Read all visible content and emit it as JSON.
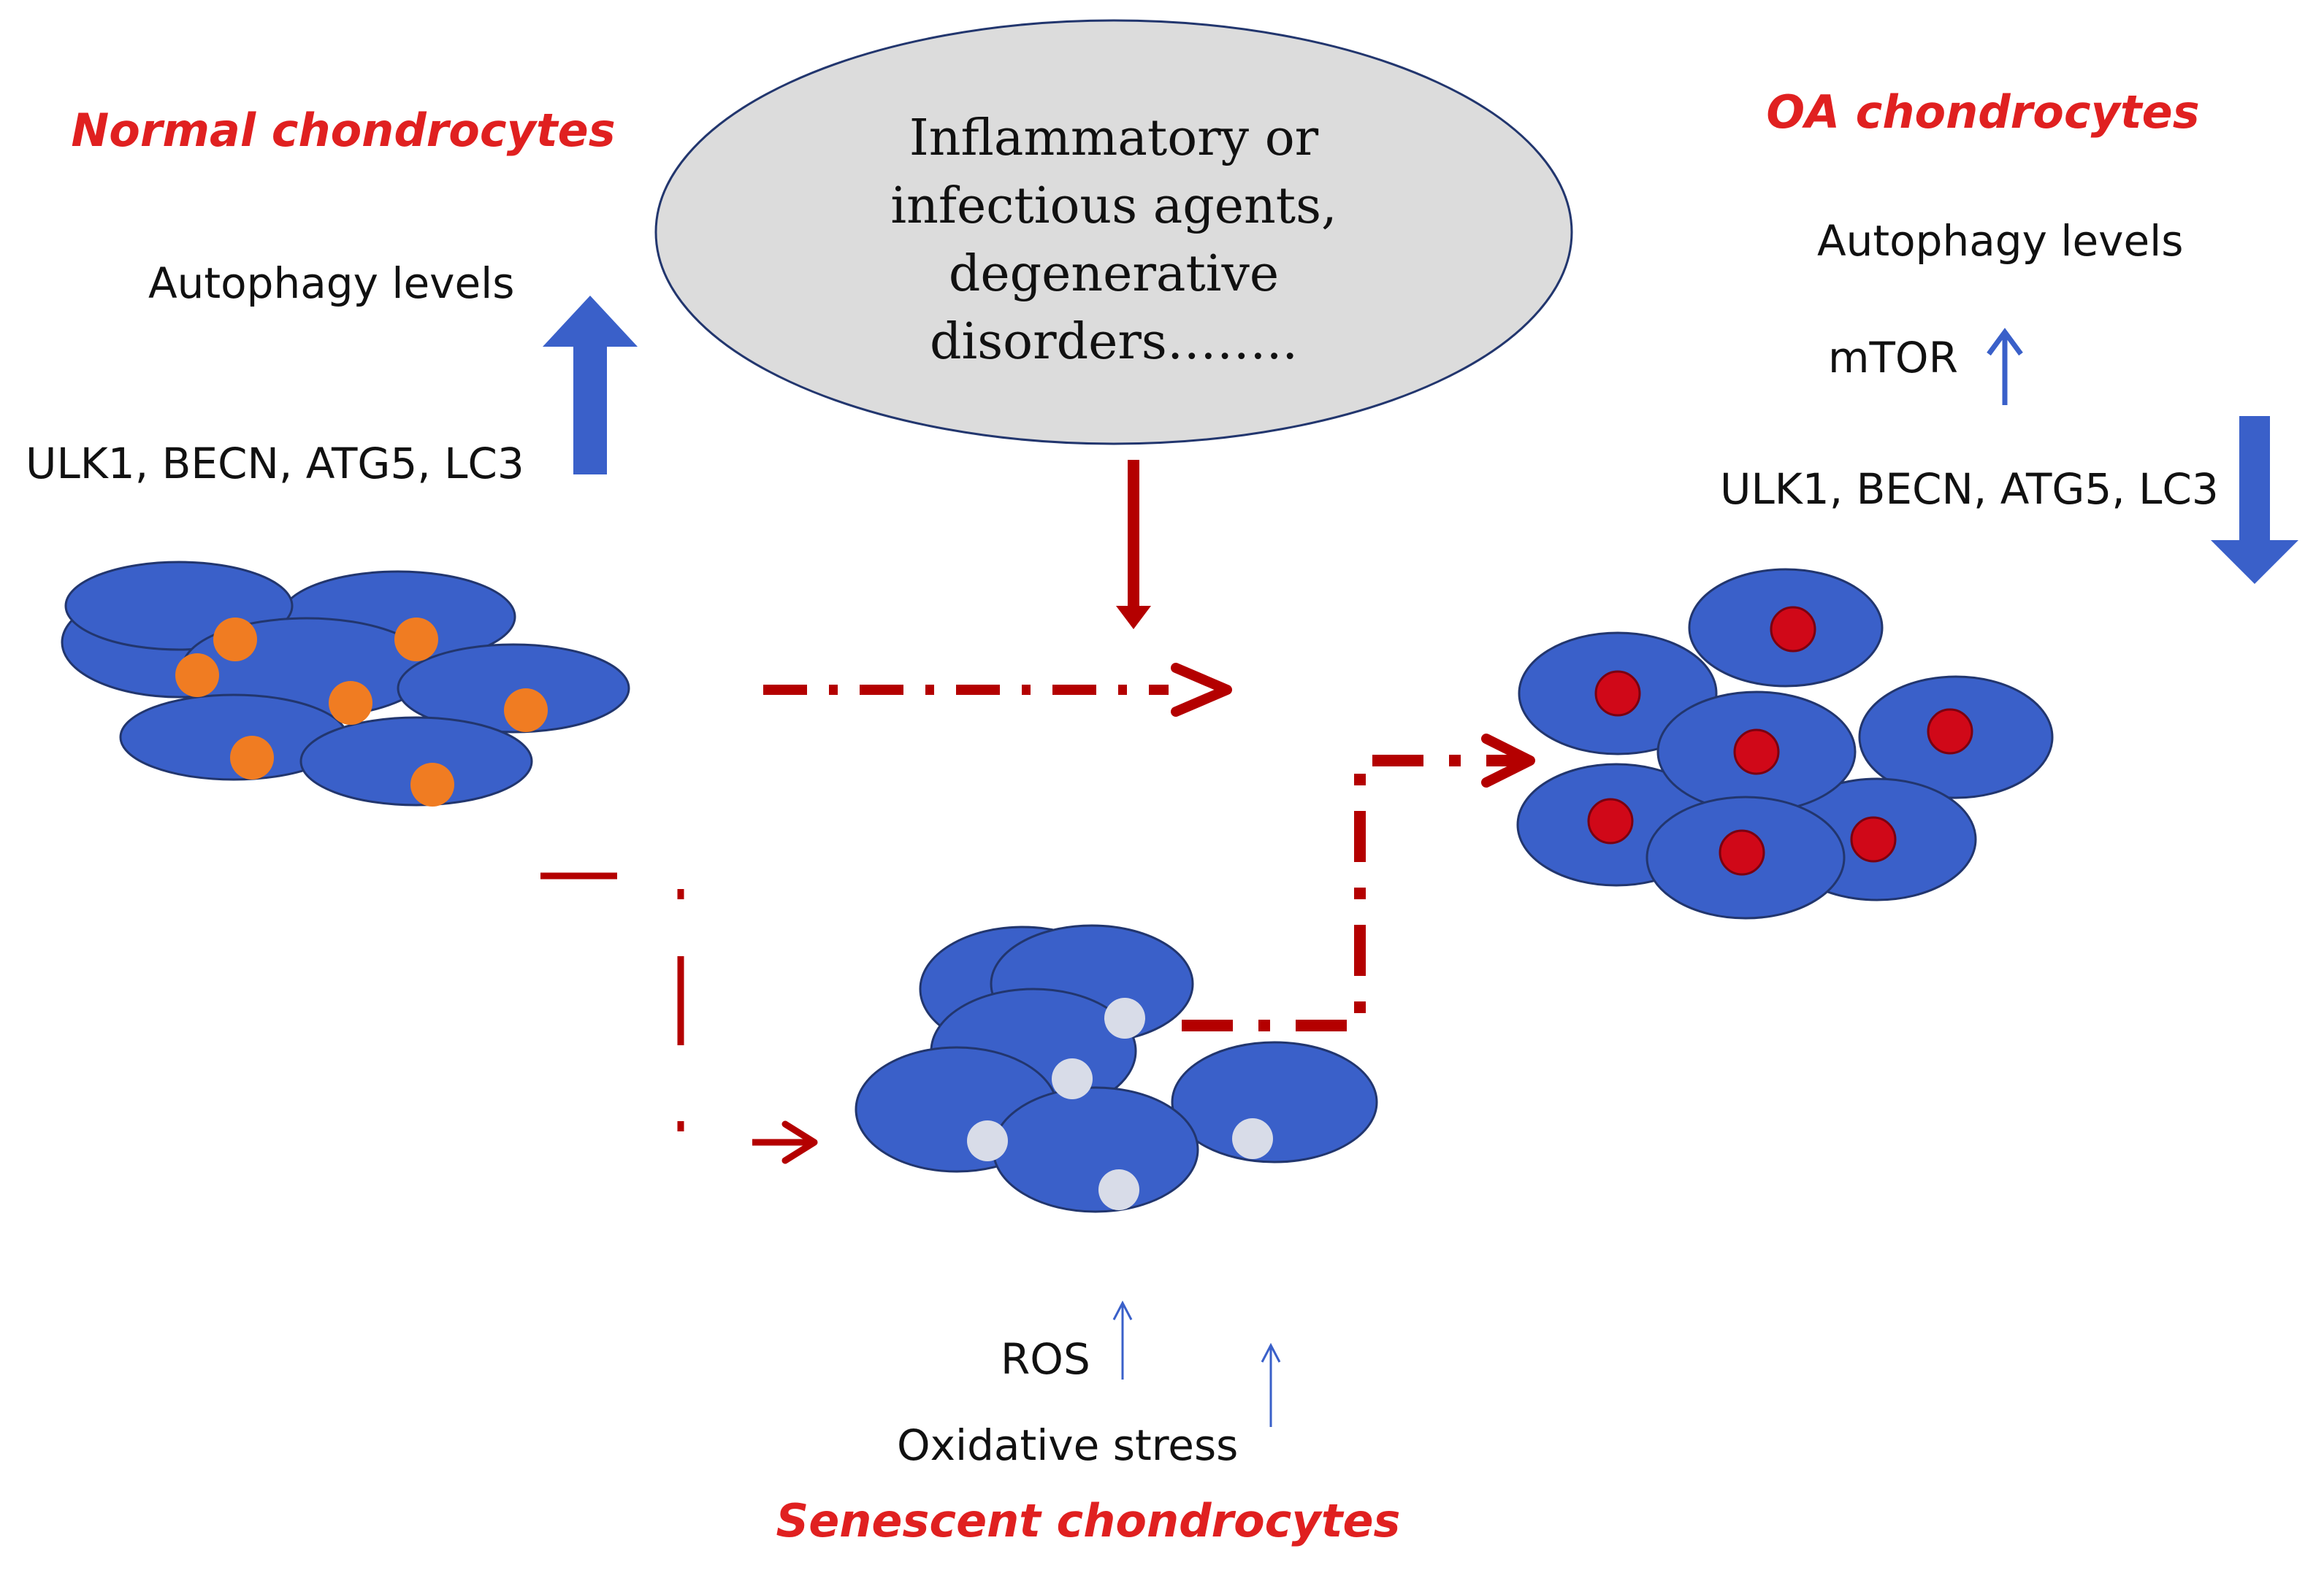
{
  "titles": {
    "normal": "Normal chondrocytes",
    "oa": "OA chondrocytes",
    "senescent": "Senescent chondrocytes"
  },
  "trigger_lines": [
    "Inflammatory  or",
    "infectious  agents,",
    "degenerative",
    "disorders…….."
  ],
  "normal_panel": {
    "autophagy_label": "Autophagy levels",
    "markers_label": "ULK1,  BECN,  ATG5,  LC3",
    "autophagy_direction": "up"
  },
  "oa_panel": {
    "autophagy_label": "Autophagy levels",
    "mtor_label": "mTOR",
    "mtor_direction": "up",
    "markers_label": "ULK1,  BECN,  ATG5,  LC3",
    "autophagy_direction": "down"
  },
  "senescent_panel": {
    "ros_label": "ROS",
    "oxidative_label": "Oxidative stress",
    "ros_direction": "up",
    "oxidative_direction": "up"
  },
  "colors": {
    "title_red": "#e02020",
    "cell_blue": "#3a60c9",
    "cell_outline": "#22366e",
    "arrow_blue": "#3a60c9",
    "path_red": "#b40000",
    "normal_nucleus": "#f07c22",
    "oa_nucleus": "#d00818",
    "senescent_nucleus": "#d8dce8",
    "ellipse_fill": "#dcdcdc",
    "ellipse_stroke": "#22366e"
  },
  "icons": {
    "normal_autophagy_arrow": "thick-up-arrow-icon",
    "oa_autophagy_arrow": "thick-down-arrow-icon",
    "mtor_arrow": "thin-up-arrow-icon"
  }
}
